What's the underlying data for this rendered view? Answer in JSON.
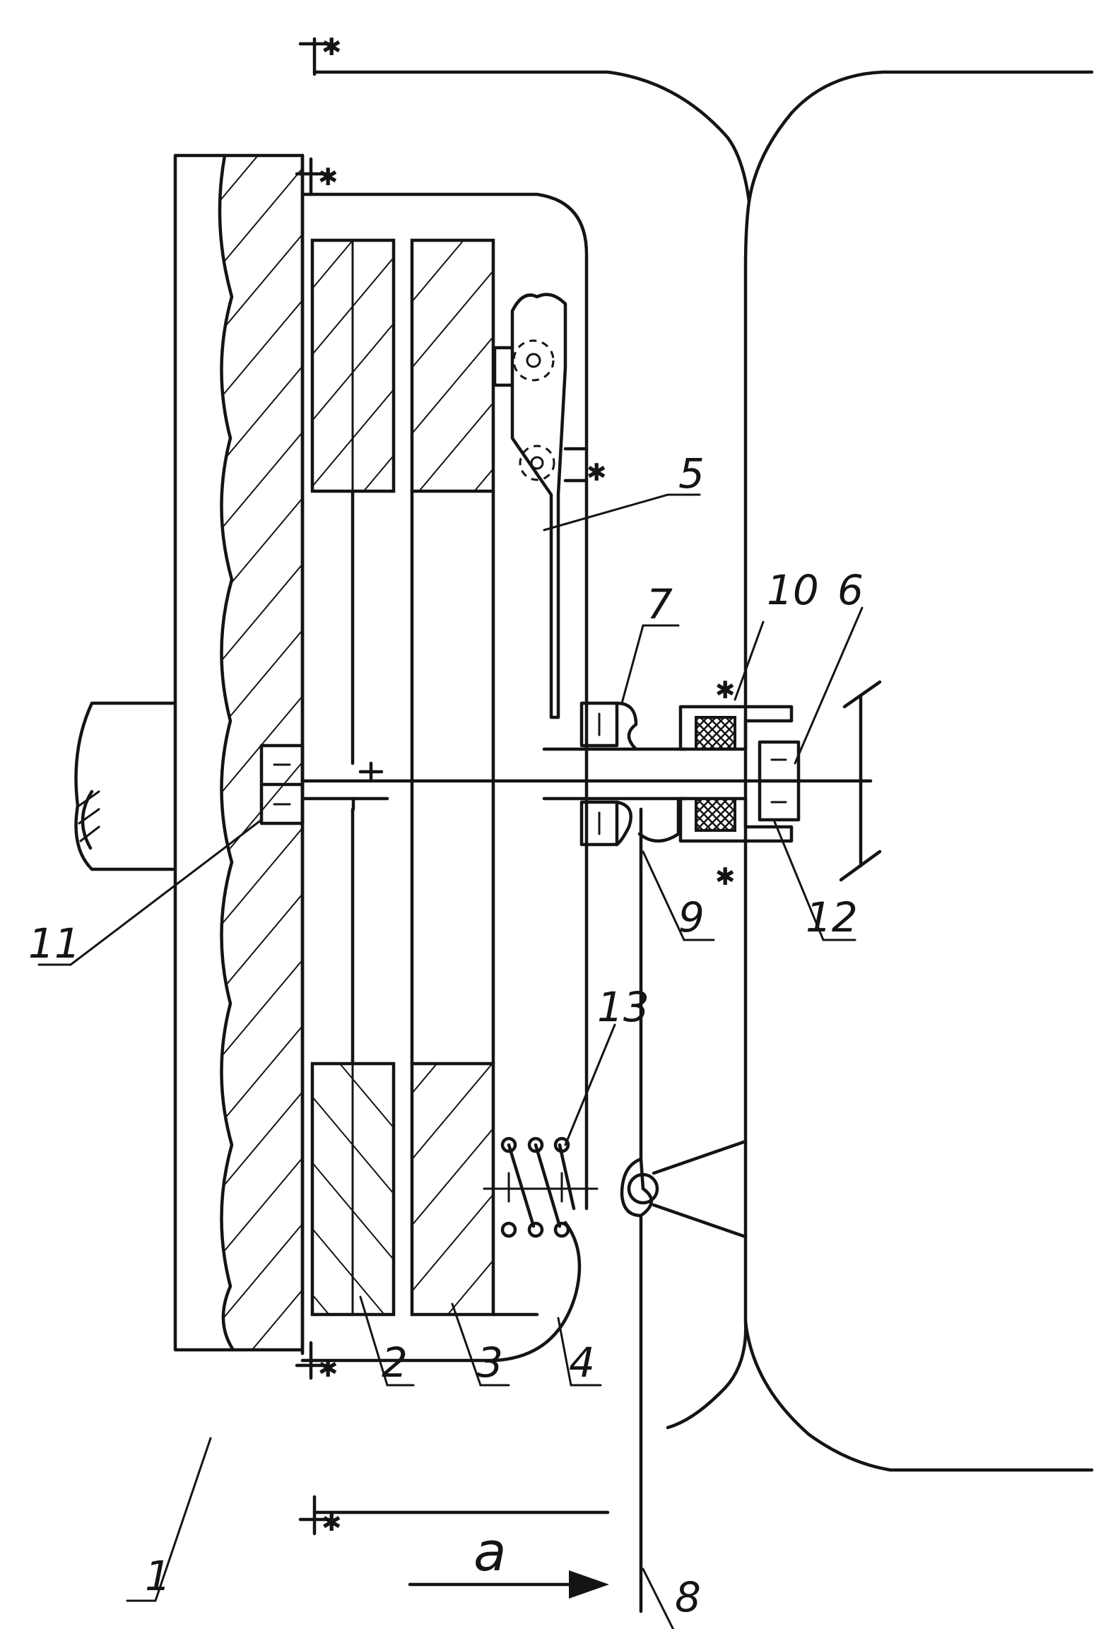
{
  "labels": {
    "l1": "1",
    "l2": "2",
    "l3": "3",
    "l4": "4",
    "l5": "5",
    "l6": "6",
    "l7": "7",
    "l8": "8",
    "l9": "9",
    "l10": "10",
    "l11": "11",
    "l12": "12",
    "l13": "13",
    "a": "a"
  },
  "marks": {
    "cross": "✱"
  },
  "colors": {
    "ink": "#141414",
    "paper": "#ffffff"
  }
}
